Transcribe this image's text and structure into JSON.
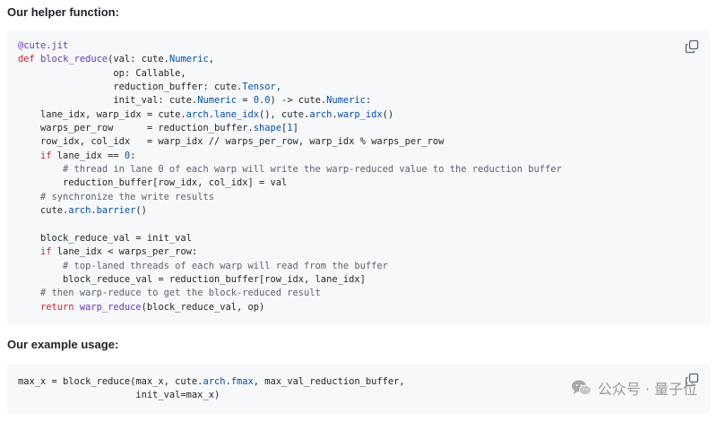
{
  "headings": {
    "helper": "Our helper function:",
    "usage": "Our example usage:"
  },
  "code_blocks": [
    {
      "language": "python",
      "lines": [
        "@cute.jit",
        "def block_reduce(val: cute.Numeric,",
        "                 op: Callable,",
        "                 reduction_buffer: cute.Tensor,",
        "                 init_val: cute.Numeric = 0.0) -> cute.Numeric:",
        "    lane_idx, warp_idx = cute.arch.lane_idx(), cute.arch.warp_idx()",
        "    warps_per_row      = reduction_buffer.shape[1]",
        "    row_idx, col_idx   = warp_idx // warps_per_row, warp_idx % warps_per_row",
        "    if lane_idx == 0:",
        "        # thread in lane 0 of each warp will write the warp-reduced value to the reduction buffer",
        "        reduction_buffer[row_idx, col_idx] = val",
        "    # synchronize the write results",
        "    cute.arch.barrier()",
        "",
        "    block_reduce_val = init_val",
        "    if lane_idx < warps_per_row:",
        "        # top-laned threads of each warp will read from the buffer",
        "        block_reduce_val = reduction_buffer[row_idx, lane_idx]",
        "    # then warp-reduce to get the block-reduced result",
        "    return warp_reduce(block_reduce_val, op)"
      ]
    },
    {
      "language": "python",
      "lines": [
        "max_x = block_reduce(max_x, cute.arch.fmax, max_val_reduction_buffer,",
        "                     init_val=max_x)"
      ]
    }
  ],
  "icons": {
    "copy": "copy-icon",
    "wechat": "wechat-logo-icon"
  },
  "watermark": {
    "text": "公众号 · 量子位"
  },
  "colors": {
    "code_background": "#f6f8fa",
    "keyword": "#cf222e",
    "function": "#6639ba",
    "builtin": "#0550ae",
    "comment": "#59636e"
  }
}
